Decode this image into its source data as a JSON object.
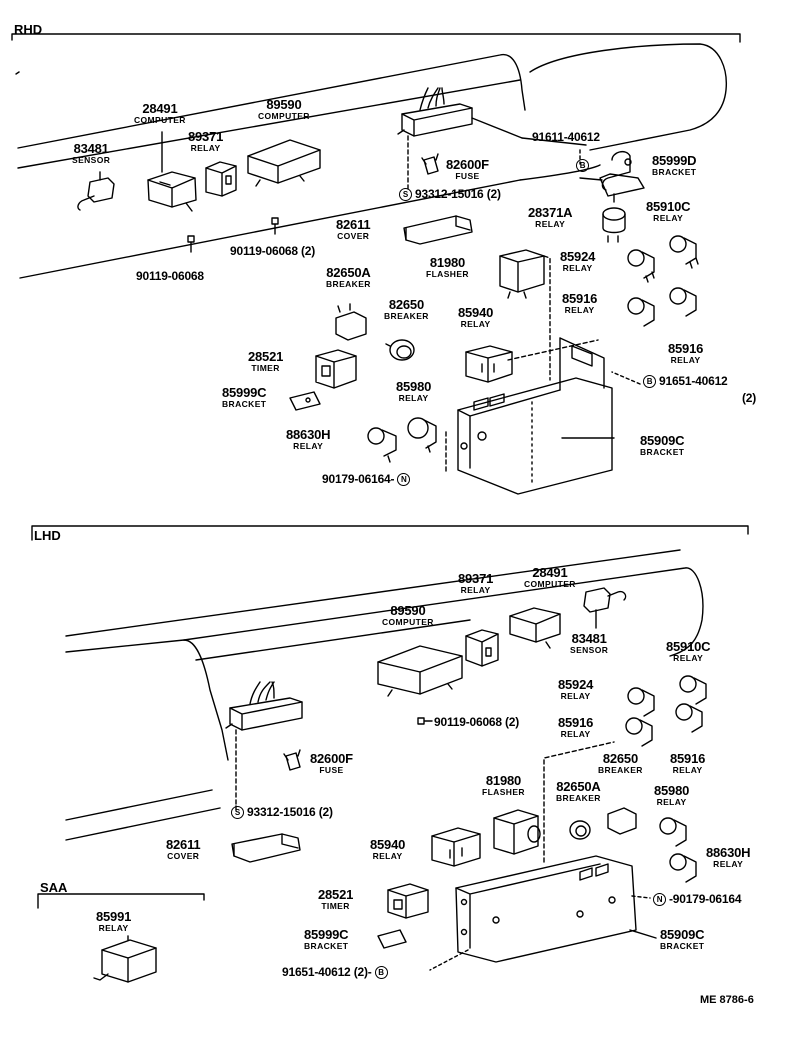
{
  "sections": {
    "rhd": "RHD",
    "lhd": "LHD",
    "saa": "SAA"
  },
  "drawing_code": "ME 8786-6",
  "rhd": {
    "p83481": {
      "pn": "83481",
      "name": "SENSOR"
    },
    "p28491": {
      "pn": "28491",
      "name": "COMPUTER"
    },
    "p89590": {
      "pn": "89590",
      "name": "COMPUTER"
    },
    "p89371": {
      "pn": "89371",
      "name": "RELAY"
    },
    "p91611": {
      "pn": "91611-40612"
    },
    "p82600F": {
      "pn": "82600F",
      "name": "FUSE"
    },
    "p85999D": {
      "pn": "85999D",
      "name": "BRACKET"
    },
    "p93312": {
      "mark": "S",
      "pn": "93312-15016",
      "qty": "(2)"
    },
    "p28371A": {
      "pn": "28371A",
      "name": "RELAY"
    },
    "p85910C": {
      "pn": "85910C",
      "name": "RELAY"
    },
    "p82611": {
      "pn": "82611",
      "name": "COVER"
    },
    "p90119a": {
      "pn": "90119-06068",
      "qty": "(2)"
    },
    "p90119b": {
      "pn": "90119-06068"
    },
    "p81980": {
      "pn": "81980",
      "name": "FLASHER"
    },
    "p85924": {
      "pn": "85924",
      "name": "RELAY"
    },
    "p82650A": {
      "pn": "82650A",
      "name": "BREAKER"
    },
    "p82650": {
      "pn": "82650",
      "name": "BREAKER"
    },
    "p85940": {
      "pn": "85940",
      "name": "RELAY"
    },
    "p85916a": {
      "pn": "85916",
      "name": "RELAY"
    },
    "p85916b": {
      "pn": "85916",
      "name": "RELAY"
    },
    "p28521": {
      "pn": "28521",
      "name": "TIMER"
    },
    "p91651": {
      "mark": "B",
      "pn": "91651-40612",
      "qty": "(2)"
    },
    "p85999C": {
      "pn": "85999C",
      "name": "BRACKET"
    },
    "p85980": {
      "pn": "85980",
      "name": "RELAY"
    },
    "p88630H": {
      "pn": "88630H",
      "name": "RELAY"
    },
    "p85909C": {
      "pn": "85909C",
      "name": "BRACKET"
    },
    "p90179": {
      "pn": "90179-06164",
      "mark": "N"
    }
  },
  "lhd": {
    "p89371": {
      "pn": "89371",
      "name": "RELAY"
    },
    "p28491": {
      "pn": "28491",
      "name": "COMPUTER"
    },
    "p89590": {
      "pn": "89590",
      "name": "COMPUTER"
    },
    "p83481": {
      "pn": "83481",
      "name": "SENSOR"
    },
    "p85910C": {
      "pn": "85910C",
      "name": "RELAY"
    },
    "p85924": {
      "pn": "85924",
      "name": "RELAY"
    },
    "p90119": {
      "pn": "90119-06068",
      "qty": "(2)"
    },
    "p85916a": {
      "pn": "85916",
      "name": "RELAY"
    },
    "p85916b": {
      "pn": "85916",
      "name": "RELAY"
    },
    "p82600F": {
      "pn": "82600F",
      "name": "FUSE"
    },
    "p81980": {
      "pn": "81980",
      "name": "FLASHER"
    },
    "p82650": {
      "pn": "82650",
      "name": "BREAKER"
    },
    "p82650A": {
      "pn": "82650A",
      "name": "BREAKER"
    },
    "p85980": {
      "pn": "85980",
      "name": "RELAY"
    },
    "p93312": {
      "mark": "S",
      "pn": "93312-15016",
      "qty": "(2)"
    },
    "p85940": {
      "pn": "85940",
      "name": "RELAY"
    },
    "p88630H": {
      "pn": "88630H",
      "name": "RELAY"
    },
    "p82611": {
      "pn": "82611",
      "name": "COVER"
    },
    "p28521": {
      "pn": "28521",
      "name": "TIMER"
    },
    "p90179": {
      "mark": "N",
      "pn": "90179-06164"
    },
    "p85999C": {
      "pn": "85999C",
      "name": "BRACKET"
    },
    "p85909C": {
      "pn": "85909C",
      "name": "BRACKET"
    },
    "p91651": {
      "pn": "91651-40612",
      "qty": "(2)",
      "mark": "B"
    }
  },
  "saa": {
    "p85991": {
      "pn": "85991",
      "name": "RELAY"
    }
  }
}
